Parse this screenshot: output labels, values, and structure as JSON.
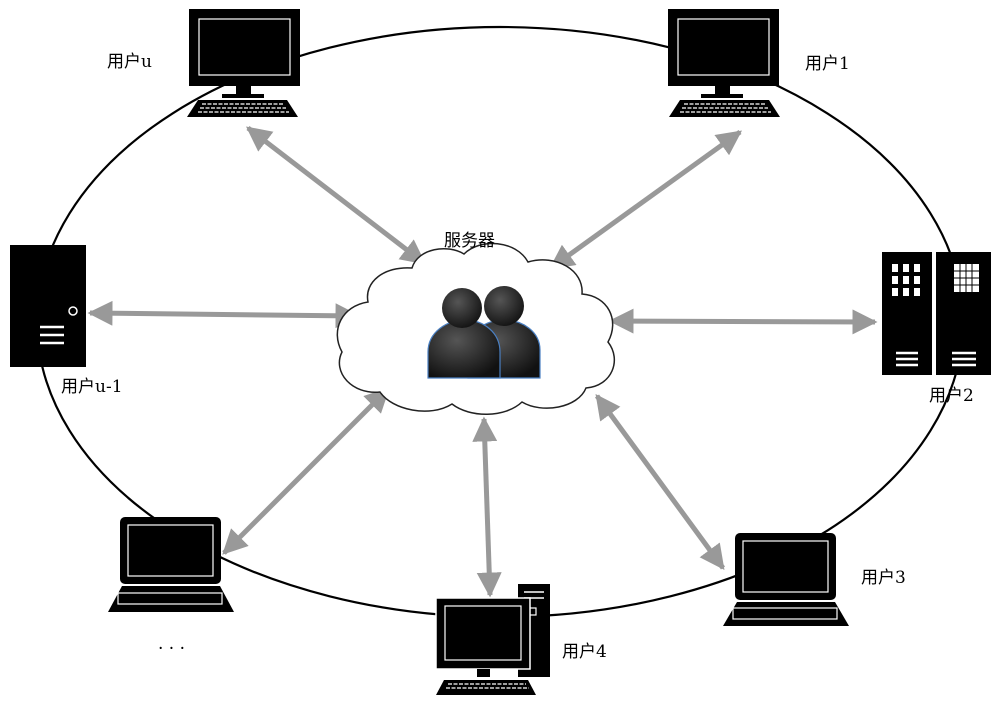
{
  "server": {
    "label": "服务器"
  },
  "users": {
    "u": "用户u",
    "u1": "用户1",
    "um1": "用户u-1",
    "u2": "用户2",
    "u3": "用户3",
    "u4": "用户4"
  },
  "ellipsis": "· · ·",
  "colors": {
    "arrow": "#999999",
    "device": "#000000",
    "cloud_stroke": "#222222",
    "person_outline": "#4a7fc1"
  }
}
